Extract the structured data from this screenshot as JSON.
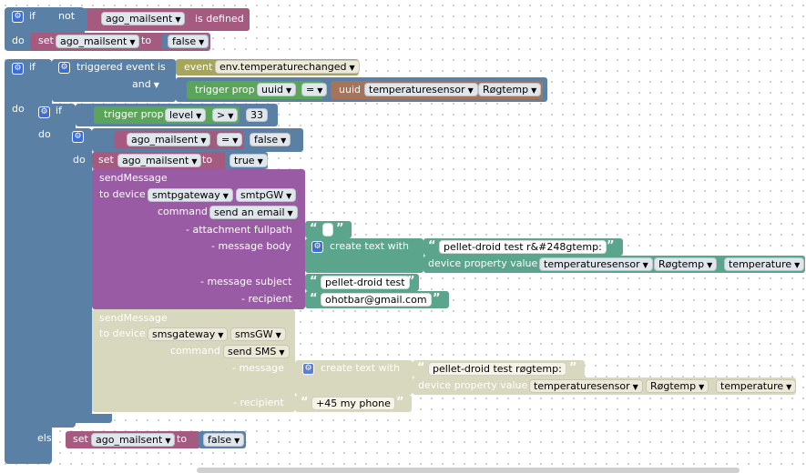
{
  "b1": {
    "if": "if",
    "not": "not",
    "var": "ago_mailsent",
    "is_defined": "is defined",
    "do": "do",
    "set": "set",
    "set_var": "ago_mailsent",
    "to": "to",
    "val": "false"
  },
  "b2": {
    "if": "if",
    "triggered_event_is": "triggered event is",
    "event_kw": "event",
    "event_val": "env.temperaturechanged",
    "and": "and",
    "trigger_prop": "trigger prop",
    "prop_uuid": "uuid",
    "eq": "=",
    "uuid_kw": "uuid",
    "device": "temperaturesensor",
    "device_name": "Røgtemp",
    "do": "do",
    "if2": "if",
    "trigger_prop2": "trigger prop",
    "prop_level": "level",
    "gt": ">",
    "threshold": "33",
    "do2": "do",
    "if3": "if",
    "var3": "ago_mailsent",
    "eq3": "=",
    "val3": "false",
    "do3": "do",
    "set": "set",
    "set_var": "ago_mailsent",
    "to": "to",
    "set_val": "true",
    "send1": {
      "title": "sendMessage",
      "to_device": "to device",
      "device_type": "smtpgateway",
      "device_name": "smtpGW",
      "command": "command",
      "command_val": "send an email",
      "attachment": "- attachment fullpath",
      "body": "- message body",
      "create_text": "create text with",
      "text1": "pellet-droid test r&#248gtemp:",
      "device_prop_value": "device property value",
      "dp_device": "temperaturesensor",
      "dp_name": "Røgtemp",
      "dp_prop": "temperature",
      "subject": "- message subject",
      "subject_val": "pellet-droid test",
      "recipient": "- recipient",
      "recipient_val": "ohotbar@gmail.com"
    },
    "send2": {
      "title": "sendMessage",
      "to_device": "to device",
      "device_type": "smsgateway",
      "device_name": "smsGW",
      "command": "command",
      "command_val": "send SMS",
      "message": "- message",
      "create_text": "create text with",
      "text1": "pellet-droid test røgtemp:",
      "device_prop_value": "device property value",
      "dp_device": "temperaturesensor",
      "dp_name": "Røgtemp",
      "dp_prop": "temperature",
      "recipient": "- recipient",
      "recipient_val": "+45 my phone"
    },
    "else": "else",
    "else_set": "set",
    "else_var": "ago_mailsent",
    "else_to": "to",
    "else_val": "false"
  },
  "colors": {
    "logic": "#5b80a5",
    "variable": "#a55b80",
    "event": "#a5a55b",
    "trigger": "#5ba55b",
    "device": "#a5745b",
    "action": "#9a5ba5",
    "text": "#5ba58c",
    "disabled": "#d8d8bf",
    "gear": "#3b6fd6"
  },
  "icons": {
    "mutator": "gear-icon",
    "dropdown": "chevron-down-icon",
    "quote": "quote-icon"
  }
}
